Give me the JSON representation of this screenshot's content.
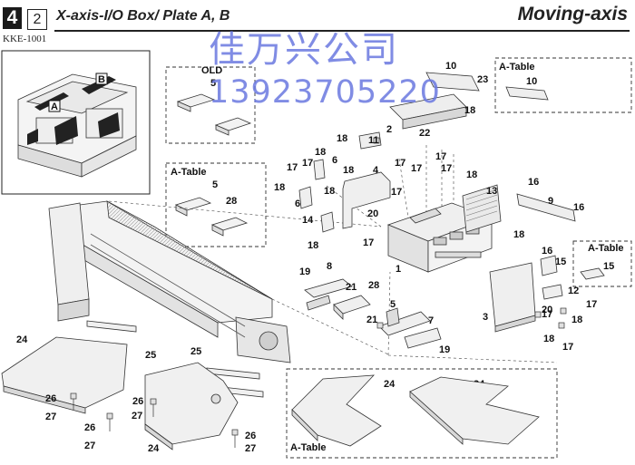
{
  "header": {
    "section_number": "4",
    "page_number": "2",
    "title": "X-axis-I/O Box/ Plate A, B",
    "category": "Moving-axis",
    "part_code": "KKE-1001"
  },
  "watermark": {
    "line1": "佳万兴公司",
    "line2": "13923705220"
  },
  "inset": {
    "marker_a": "A",
    "marker_b": "B"
  },
  "boxes": {
    "old_label": "OLD",
    "a_table_label": "A-Table"
  },
  "callouts": {
    "c1": "1",
    "c2": "2",
    "c3": "3",
    "c4": "4",
    "c5": "5",
    "c6": "6",
    "c7": "7",
    "c8": "8",
    "c9": "9",
    "c10": "10",
    "c11": "11",
    "c12": "12",
    "c13": "13",
    "c14": "14",
    "c15": "15",
    "c16": "16",
    "c17": "17",
    "c18": "18",
    "c19": "19",
    "c20": "20",
    "c21": "21",
    "c22": "22",
    "c23": "23",
    "c24": "24",
    "c25": "25",
    "c26": "26",
    "c27": "27",
    "c28": "28"
  },
  "colors": {
    "line": "#2a2a2a",
    "part_fill": "#f2f2f2",
    "part_shade": "#d8d8d8",
    "watermark": "#6a78e0"
  }
}
